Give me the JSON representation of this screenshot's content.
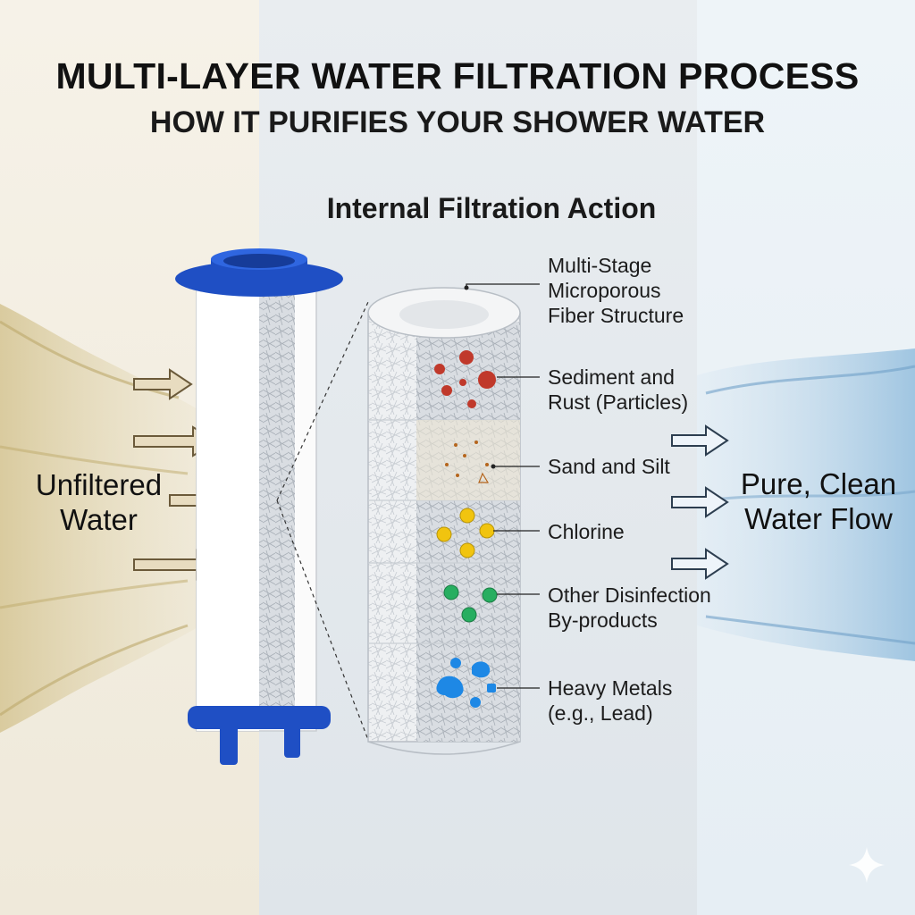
{
  "header": {
    "title": "MULTI-LAYER WATER FILTRATION PROCESS",
    "subtitle": "HOW IT PURIFIES YOUR SHOWER WATER"
  },
  "section_heading": "Internal Filtration Action",
  "flow": {
    "input_label": [
      "Unfiltered",
      "Water"
    ],
    "output_label": [
      "Pure, Clean",
      "Water Flow"
    ]
  },
  "layers": [
    {
      "lines": [
        "Multi-Stage",
        "Microporous",
        "Fiber Structure"
      ],
      "particle_color": ""
    },
    {
      "lines": [
        "Sediment and",
        "Rust (Particles)"
      ],
      "particle_color": "#c0392b"
    },
    {
      "lines": [
        "Sand and Silt"
      ],
      "particle_color": "#b5651d"
    },
    {
      "lines": [
        "Chlorine"
      ],
      "particle_color": "#f1c40f"
    },
    {
      "lines": [
        "Other Disinfection",
        "By-products"
      ],
      "particle_color": "#27ae60"
    },
    {
      "lines": [
        "Heavy Metals",
        "(e.g., Lead)"
      ],
      "particle_color": "#1e88e5"
    }
  ],
  "colors": {
    "accent_cap": "#1f4fc4",
    "unfiltered_water": "#c9b98a",
    "clean_water": "#8fb7d8"
  },
  "icons": [
    "arrow-right-icon",
    "filter-cartridge-icon",
    "sparkle-icon"
  ]
}
